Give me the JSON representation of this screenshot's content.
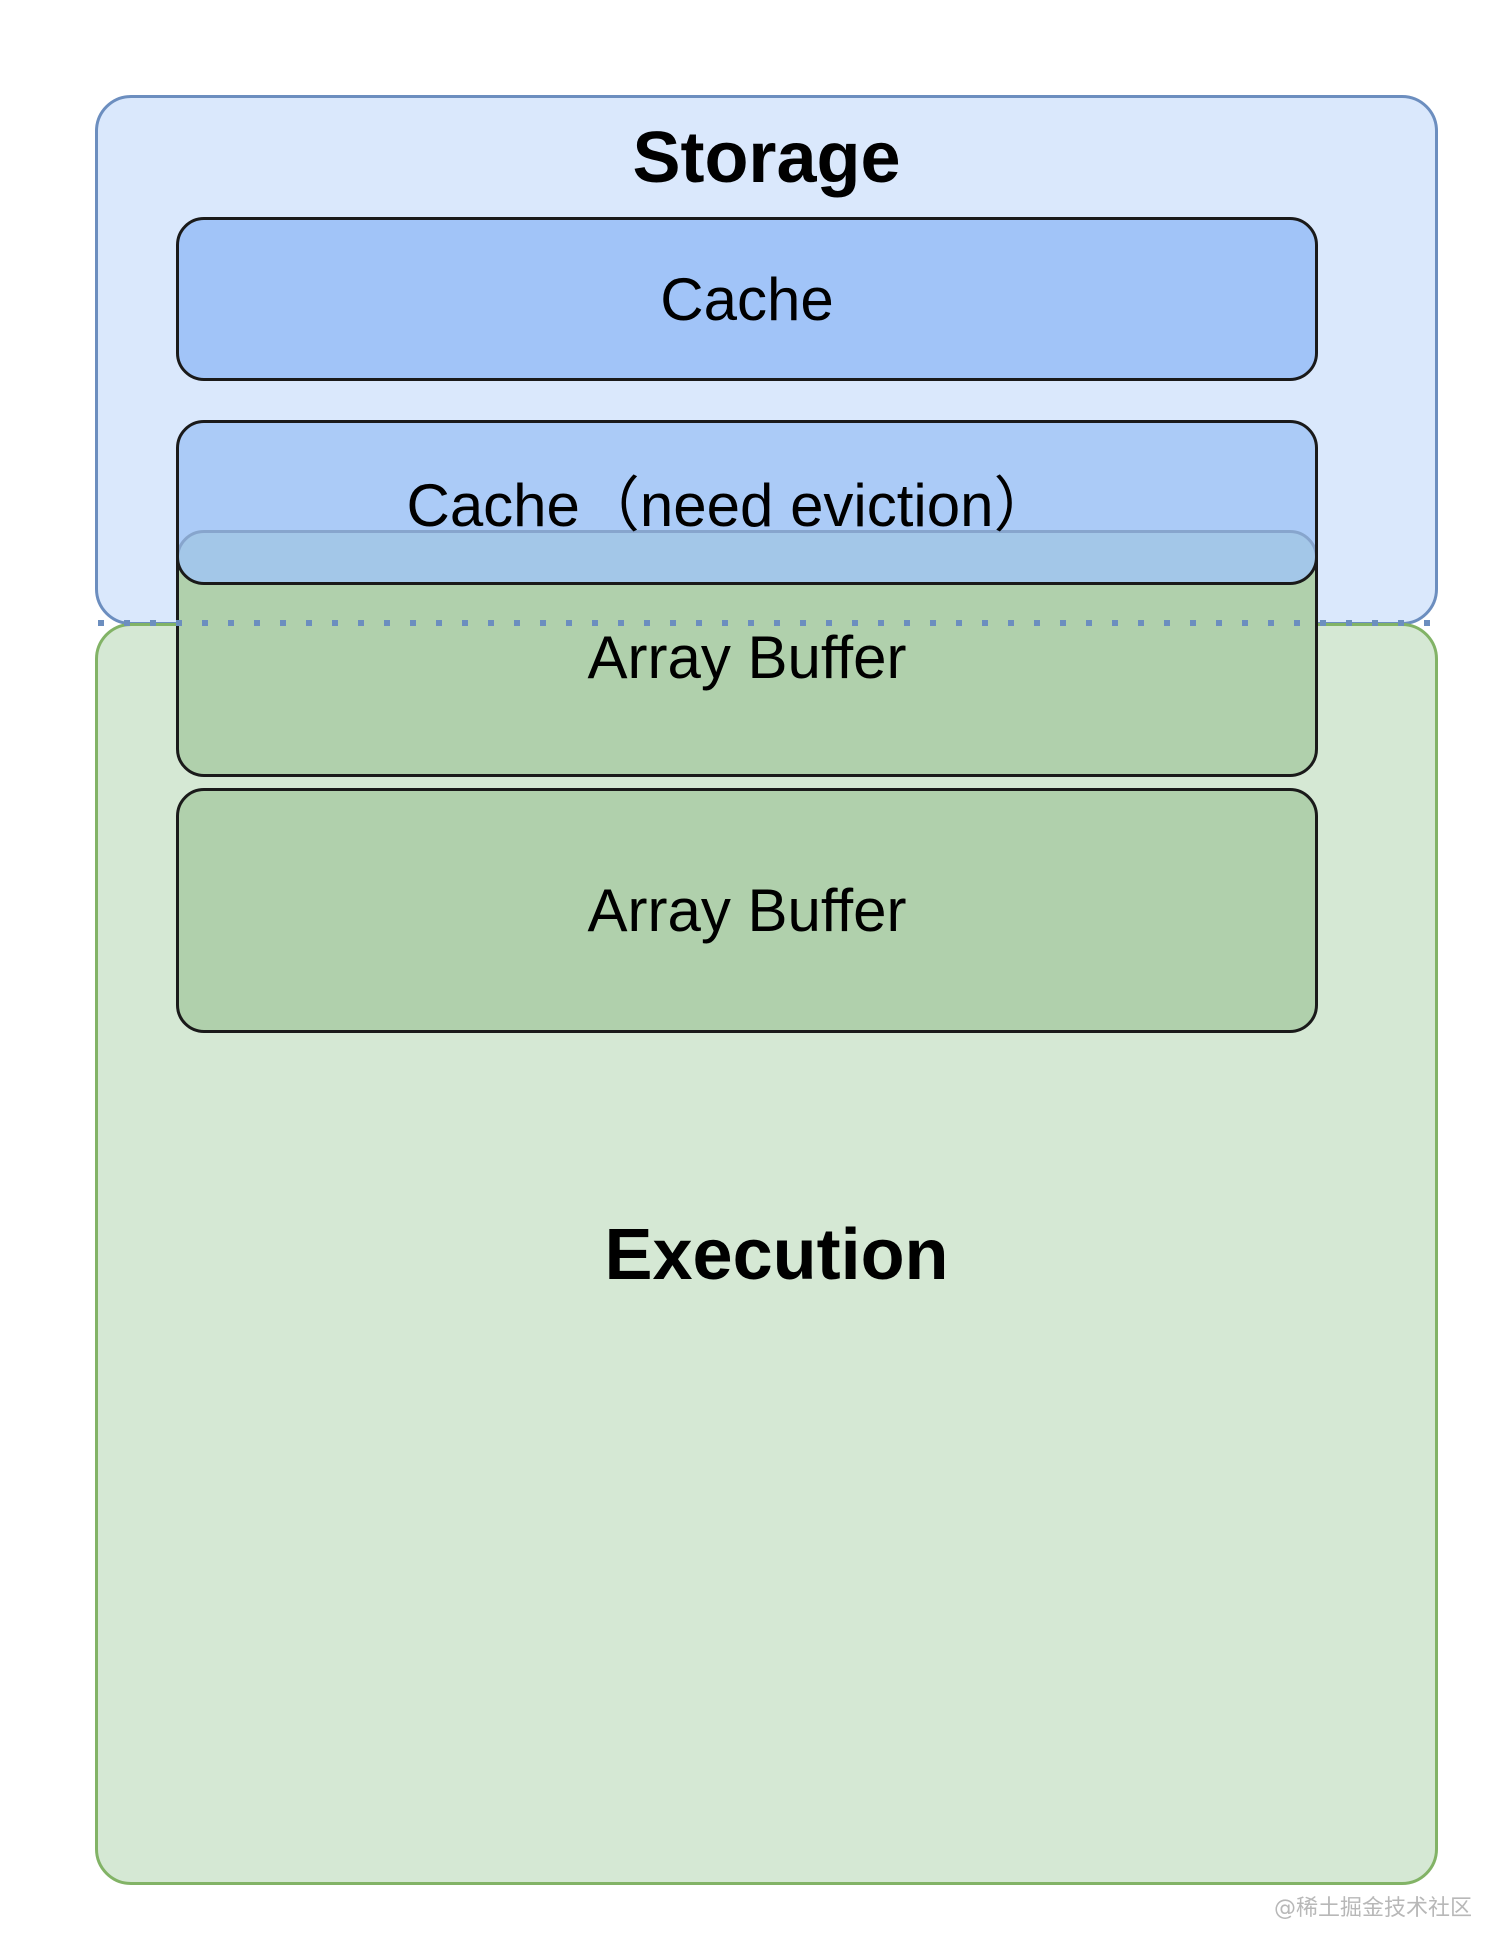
{
  "diagram": {
    "storage": {
      "title": "Storage",
      "fill_color": "#dae8fc",
      "border_color": "#6c8ebf"
    },
    "execution": {
      "title": "Execution",
      "fill_color": "#d5e8d4",
      "border_color": "#82b366"
    },
    "blocks": {
      "cache": "Cache",
      "cache_eviction": "Cache（need eviction）",
      "array_buffer_1": "Array Buffer",
      "array_buffer_2": "Array Buffer"
    },
    "boundary": {
      "style": "dotted",
      "color": "#6c8ebf"
    }
  },
  "watermark": "@稀土掘金技术社区"
}
